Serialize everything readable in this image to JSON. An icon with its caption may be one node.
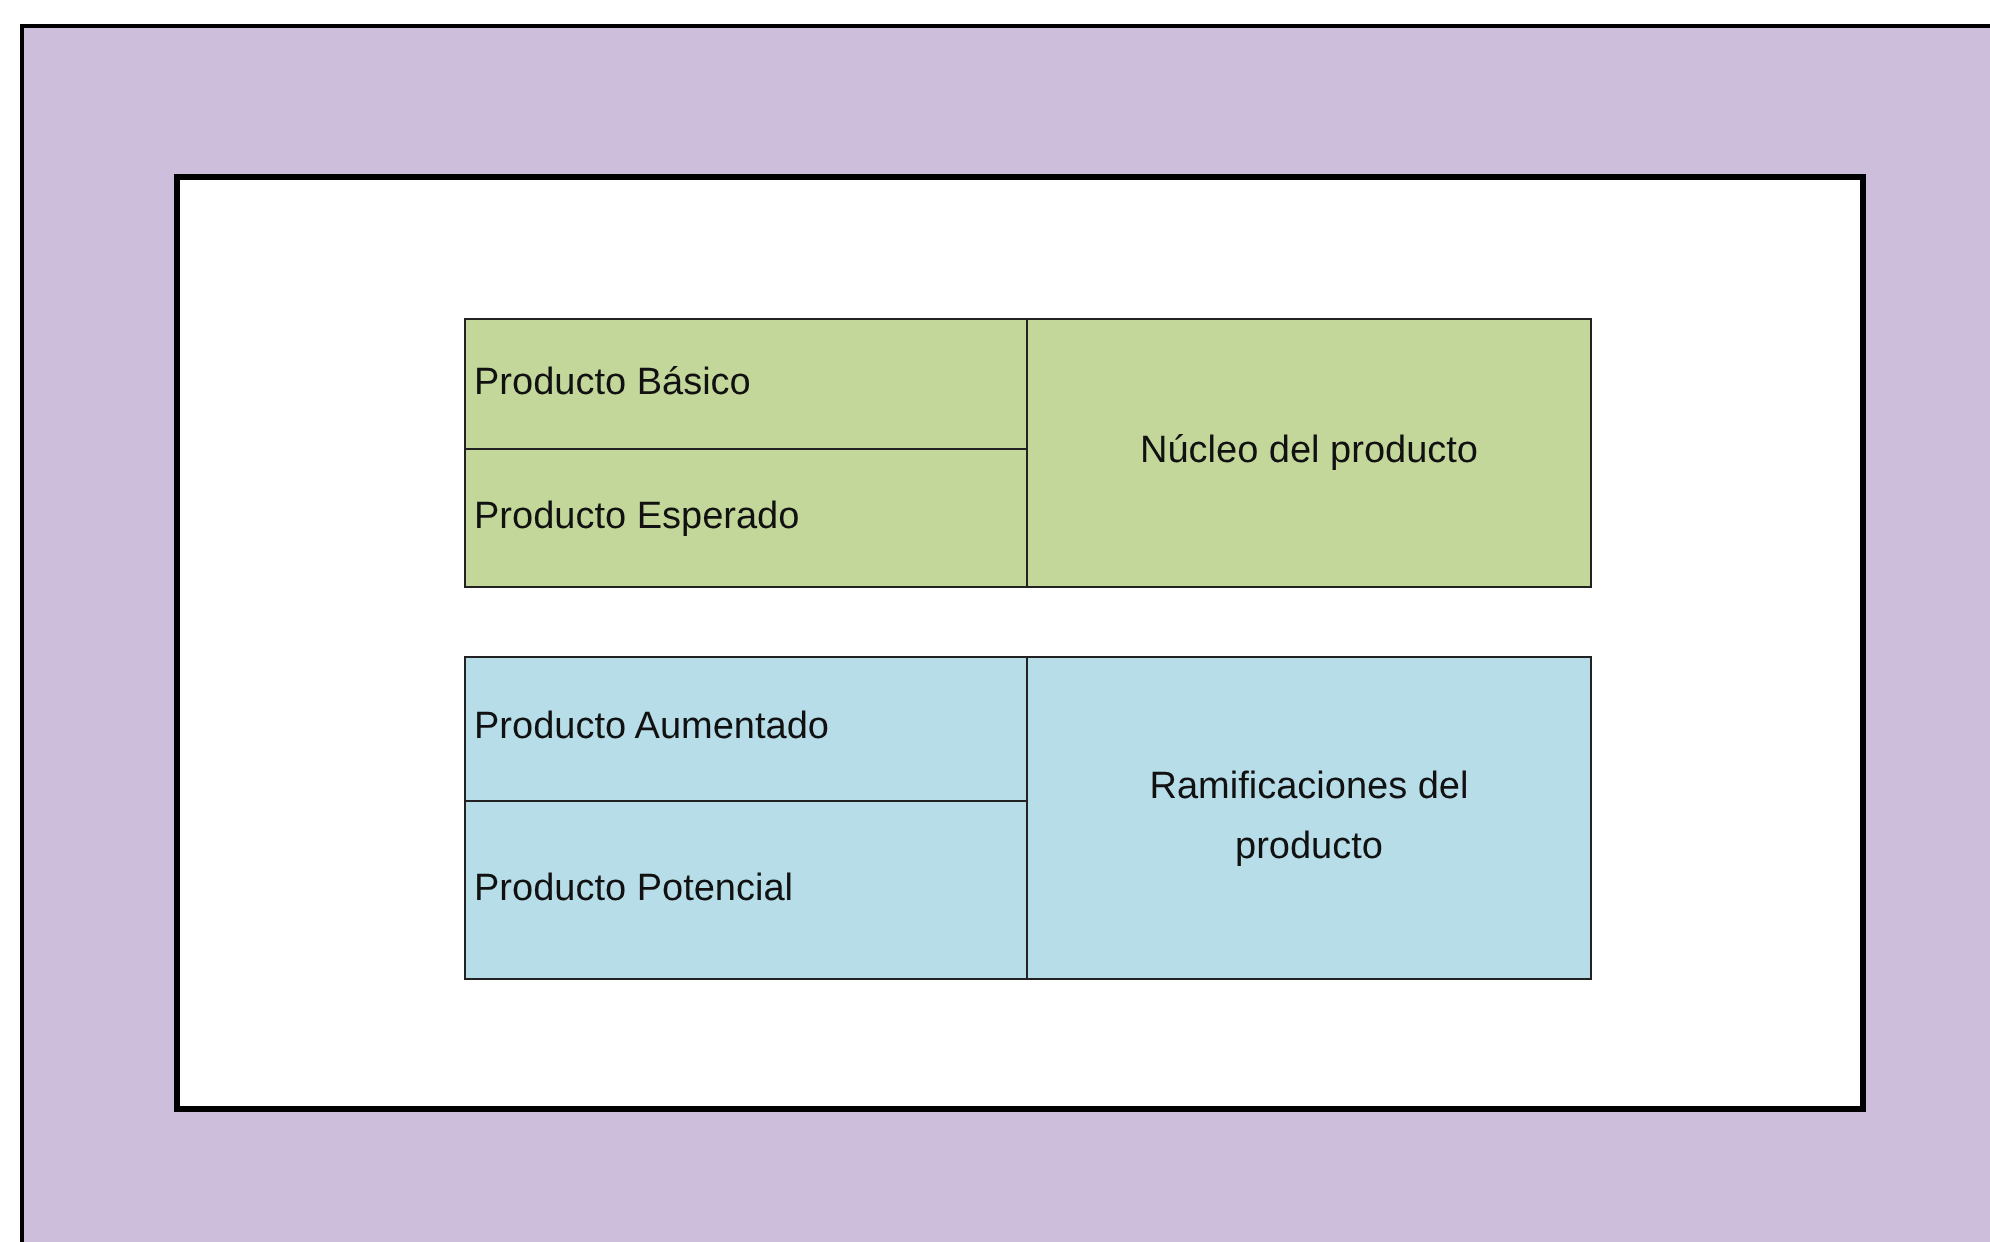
{
  "diagram": {
    "nodes": [
      {
        "text": [],
        "shape": "box"
      },
      {
        "text": [],
        "shape": "box",
        "in": 0
      },
      {
        "text": [
          "Producto Básico"
        ],
        "in": 1
      },
      {
        "text": [
          "Producto Esperado"
        ],
        "in": 1
      },
      {
        "text": [
          "Núcleo del producto"
        ],
        "in": 1
      },
      {
        "text": [
          "Producto Aumentado"
        ],
        "in": 1
      },
      {
        "text": [
          "Producto Potencial"
        ],
        "in": 1
      },
      {
        "text": [
          "Ramificaciones del producto"
        ],
        "in": 1
      }
    ]
  }
}
